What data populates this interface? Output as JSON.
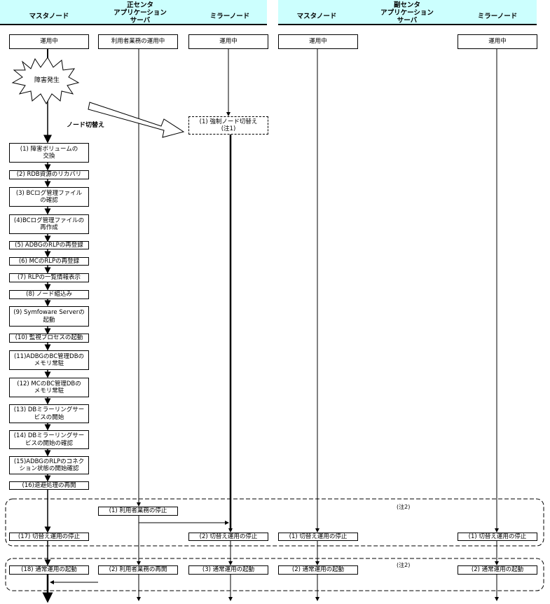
{
  "headers": {
    "primary_center": "正センタ",
    "secondary_center": "副センタ",
    "master_node": "マスタノード",
    "app_server": "アプリケーション\nサーバ",
    "mirror_node": "ミラーノード"
  },
  "initial_status": {
    "master": "運用中",
    "app": "利用者業務の運用中",
    "mirror": "運用中",
    "sec_master": "運用中",
    "sec_mirror": "運用中"
  },
  "fault": "障害発生",
  "node_switch_label": "ノード切替え",
  "forced_switch": "(1) 強制ノード切替え\n(注1)",
  "master_steps": [
    "(1) 障害ボリュームの\n交換",
    "(2) RDB資源のリカバリ",
    "(3) BCログ管理ファイル\nの確認",
    "(4)BCログ管理ファイルの\n再作成",
    "(5) ADBGのRLPの再登録",
    "(6) MCのRLPの再登録",
    "(7) RLPの一覧情報表示",
    "(8) ノード組込み",
    "(9) Symfoware Serverの\n起動",
    "(10) 監視プロセスの起動",
    "(11)ADBGのBC管理DBの\nメモリ常駐",
    "(12) MCのBC管理DBの\nメモリ常駐",
    "(13) DBミラーリングサー\nビスの開始",
    "(14) DBミラーリングサー\nビスの開始の確認",
    "(15)ADBGのRLPのコネク\nション状態の開始確認",
    "(16)退避処理の再開"
  ],
  "group1": {
    "note": "(注2)",
    "app_stop": "(1) 利用者業務の停止",
    "master_stop": "(17) 切替え運用の停止",
    "mirror_stop": "(2) 切替え運用の停止",
    "sec_master_stop": "(1) 切替え運用の停止",
    "sec_mirror_stop": "(1) 切替え運用の停止"
  },
  "group2": {
    "note": "(注2)",
    "master_start": "(18) 通常運用の起動",
    "app_resume": "(2) 利用者業務の再開",
    "mirror_start": "(3) 通常運用の起動",
    "sec_master_start": "(2) 通常運用の起動",
    "sec_mirror_start": "(2) 通常運用の起動"
  }
}
